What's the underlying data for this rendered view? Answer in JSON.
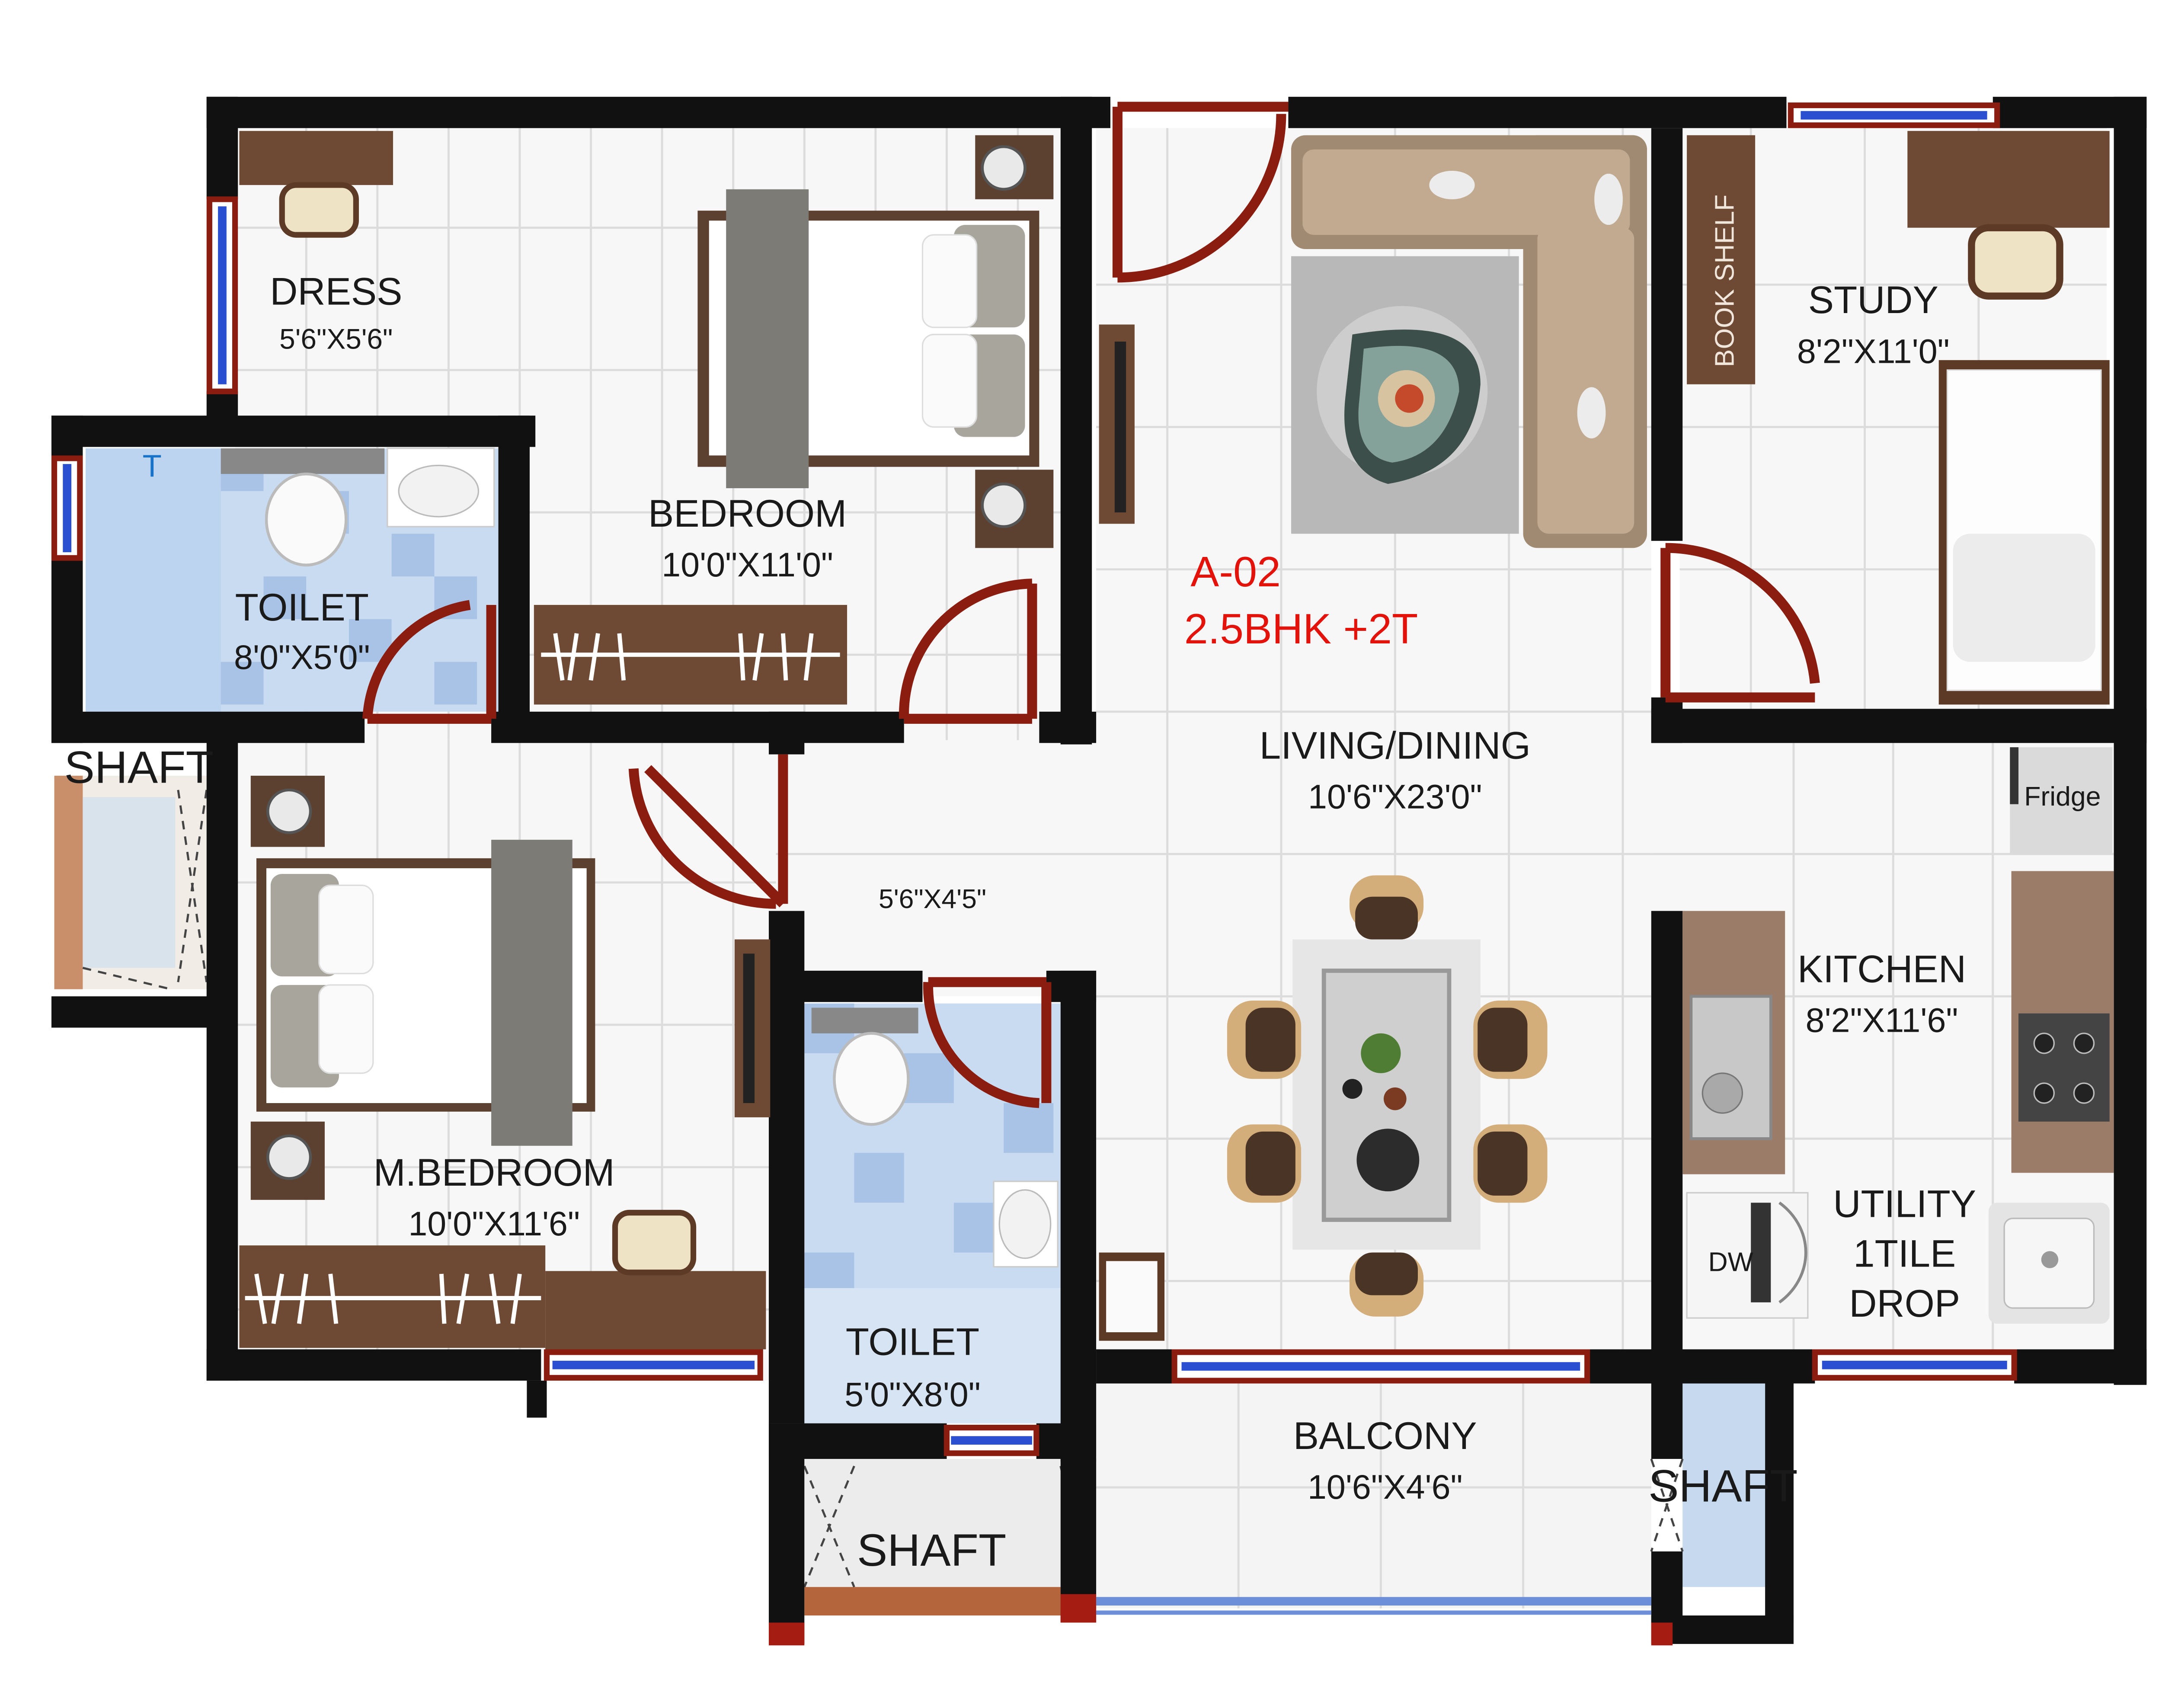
{
  "unit": {
    "code": "A-02",
    "type": "2.5BHK +2T",
    "color": "#e3120b"
  },
  "rooms": {
    "dress": {
      "name": "DRESS",
      "dim": "5'6\"X5'6\""
    },
    "bedroom": {
      "name": "BEDROOM",
      "dim": "10'0\"X11'0\""
    },
    "toilet1": {
      "name": "TOILET",
      "dim": "8'0\"X5'0\""
    },
    "study": {
      "name": "STUDY",
      "dim": "8'2\"X11'0\""
    },
    "living": {
      "name": "LIVING/DINING",
      "dim": "10'6\"X23'0\""
    },
    "passage": {
      "dim": "5'6\"X4'5\""
    },
    "master": {
      "name": "M.BEDROOM",
      "dim": "10'0\"X11'6\""
    },
    "toilet2": {
      "name": "TOILET",
      "dim": "5'0\"X8'0\""
    },
    "kitchen": {
      "name": "KITCHEN",
      "dim": "8'2\"X11'6\""
    },
    "utility": {
      "name": "UTILITY",
      "line2": "1TILE",
      "line3": "DROP"
    },
    "balcony": {
      "name": "BALCONY",
      "dim": "10'6\"X4'6\""
    }
  },
  "shafts": [
    "SHAFT",
    "SHAFT",
    "SHAFT"
  ],
  "fixtures": {
    "book_shelf": "BOOK SHELF",
    "fridge": "Fridge",
    "dishwasher": "DW"
  },
  "colors": {
    "wall": "#111111",
    "door": "#8a1c10",
    "window_glass": "#2a4fd0",
    "wood": "#6b4a35",
    "blue_tile": "#bcd2ee",
    "granite": "#9a7c68"
  }
}
